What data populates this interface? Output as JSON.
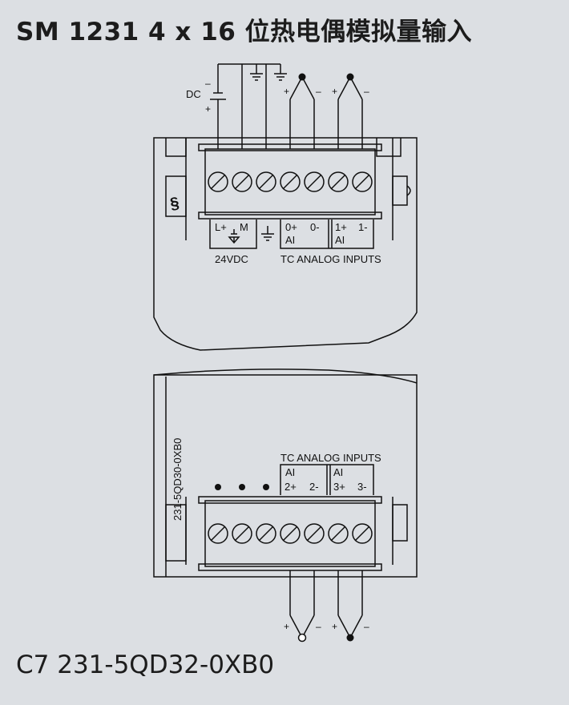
{
  "title": "SM 1231 4 x 16 位热电偶模拟量输入",
  "footer_code": "C7 231-5QD32-0XB0",
  "top_module": {
    "dc_label": "DC",
    "dc_minus": "–",
    "dc_plus": "+",
    "tc_plus": "+",
    "tc_minus": "–",
    "terminal_labels": [
      "L+",
      "M",
      "0+",
      "0-",
      "1+",
      "1-"
    ],
    "ai_label": "AI",
    "supply_label": "24VDC",
    "inputs_label": "TC ANALOG INPUTS"
  },
  "bottom_module": {
    "part_number": "231-5QD30-0XB0",
    "inputs_label": "TC ANALOG INPUTS",
    "ai_label": "AI",
    "terminal_labels": [
      "2+",
      "2-",
      "3+",
      "3-"
    ],
    "tc_plus": "+",
    "tc_minus": "–"
  },
  "colors": {
    "background": "#dcdfe3",
    "line": "#111111"
  },
  "icons": [
    "ground-icon",
    "thermocouple-icon",
    "terminal-screw-icon",
    "arrow-down-icon",
    "siemens-logo-icon"
  ]
}
